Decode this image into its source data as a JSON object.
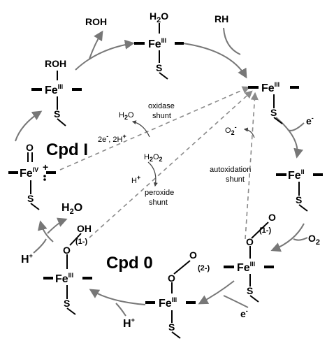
{
  "labels": {
    "roh_product": "ROH",
    "rh_substrate": "RH",
    "h2o_top": "H",
    "h2o_top_sub": "2",
    "h2o_top_o": "O",
    "fe3_water": "Fe",
    "fe3_water_ox": "III",
    "fe3_roh_ligand": "ROH",
    "fe3_roh": "Fe",
    "fe3_roh_ox": "III",
    "fe3_right": "Fe",
    "fe3_right_ox": "III",
    "electron_top": "e",
    "electron_top_charge": "-",
    "fe2": "Fe",
    "fe2_ox": "II",
    "o2_in": "O",
    "o2_in_sub": "2",
    "superoxo_charge": "(1-)",
    "fe3_superoxo": "Fe",
    "fe3_superoxo_ox": "III",
    "electron_bottom": "e",
    "electron_bottom_charge": "-",
    "peroxo_charge": "(2-)",
    "fe3_peroxo": "Fe",
    "fe3_peroxo_ox": "III",
    "h_plus_bottom": "H",
    "h_plus_bottom_charge": "+",
    "cpd0_title": "Cpd 0",
    "hydroperoxo_oh": "OH",
    "hydroperoxo_charge": "(1-)",
    "fe3_hydroperoxo": "Fe",
    "fe3_hydroperoxo_ox": "III",
    "h_plus_left": "H",
    "h_plus_left_charge": "+",
    "h2o_left": "H",
    "h2o_left_sub": "2",
    "h2o_left_o": "O",
    "cpd1_title": "Cpd I",
    "fe4": "Fe",
    "fe4_ox": "IV",
    "radical_cation": "+",
    "oxo_o": "O",
    "s_label": "S",
    "oxidase_shunt_line1": "oxidase",
    "oxidase_shunt_line2": "shunt",
    "oxidase_h2o": "H",
    "oxidase_h2o_sub": "2",
    "oxidase_h2o_o": "O",
    "oxidase_reagents": "2e",
    "oxidase_reagents_mid": ", 2H",
    "oxidase_reagents_plus": "+",
    "peroxide_h2o2": "H",
    "peroxide_h2o2_sub": "2",
    "peroxide_h2o2_o": "O",
    "peroxide_h2o2_sub2": "2",
    "peroxide_h_plus": "H",
    "peroxide_h_plus_charge": "+",
    "peroxide_shunt_line1": "peroxide",
    "peroxide_shunt_line2": "shunt",
    "superoxide": "O",
    "superoxide_sub": "2",
    "superoxide_charge": "-",
    "autoxidation_line1": "autoxidation",
    "autoxidation_line2": "shunt"
  }
}
